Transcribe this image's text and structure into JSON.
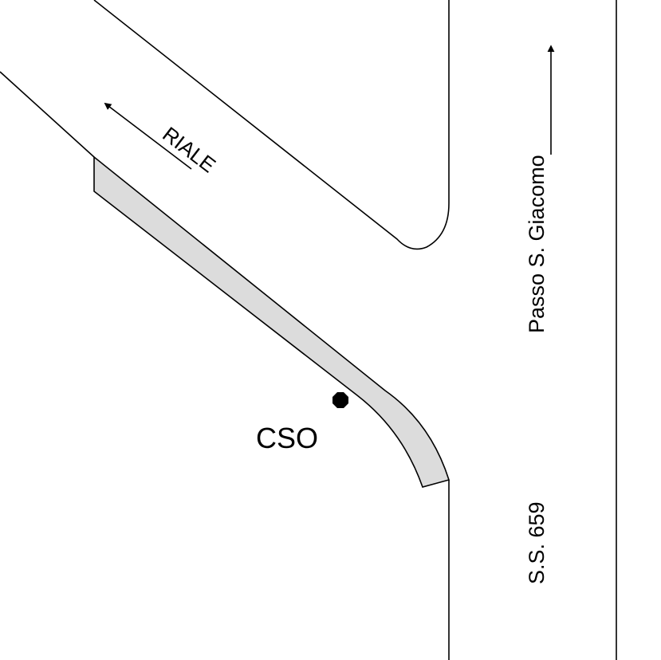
{
  "map": {
    "labels": {
      "riale": "RIALE",
      "passo": "Passo S. Giacomo",
      "ss659": "S.S. 659",
      "cso": "CSO"
    },
    "colors": {
      "line": "#000000",
      "sidewalk_fill": "#dcdcdc",
      "background": "#ffffff",
      "marker": "#000000"
    },
    "features": {
      "direction_arrow_riale": "arrow-up-left",
      "direction_arrow_passo": "arrow-up",
      "cso_marker": "octagon-dot"
    }
  }
}
